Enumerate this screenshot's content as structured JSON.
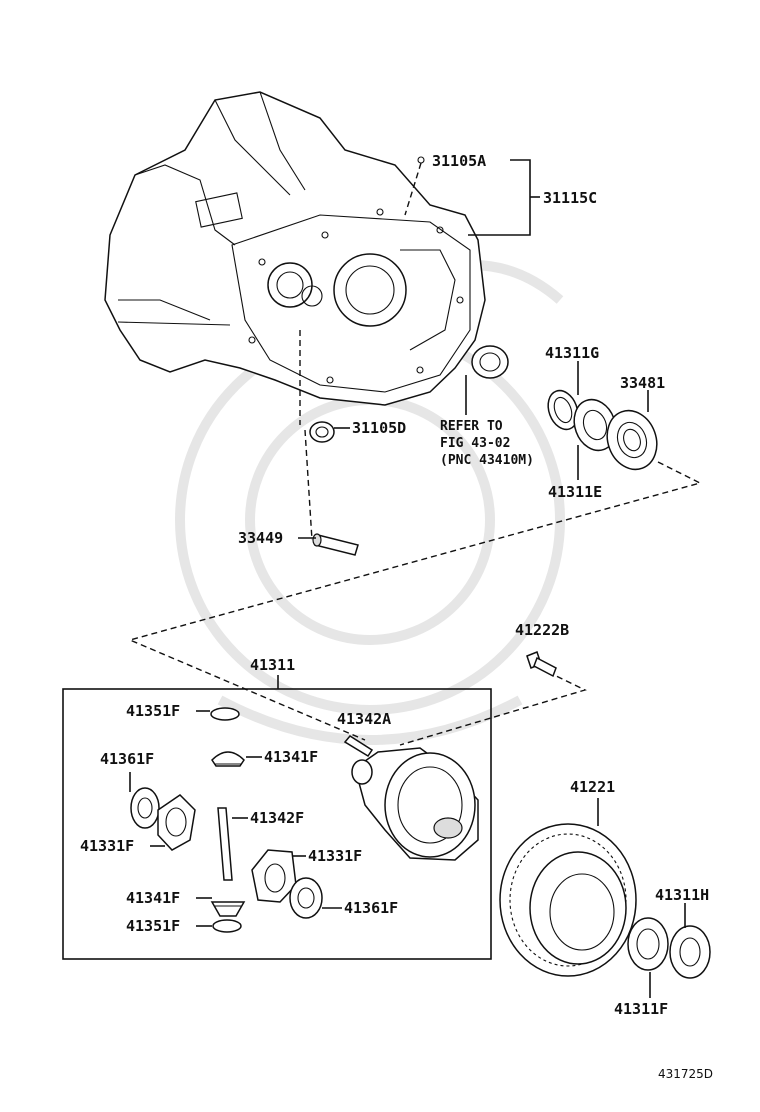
{
  "labels": {
    "p31105A": "31105A",
    "p31115C": "31115C",
    "p41311G": "41311G",
    "p33481": "33481",
    "p31105D": "31105D",
    "p41311E": "41311E",
    "p33449": "33449",
    "p41222B": "41222B",
    "p41311": "41311",
    "p41351F_top": "41351F",
    "p41342A": "41342A",
    "p41341F_top": "41341F",
    "p41361F_left": "41361F",
    "p41342F": "41342F",
    "p41331F_left": "41331F",
    "p41331F_right": "41331F",
    "p41341F_bottom": "41341F",
    "p41361F_right": "41361F",
    "p41351F_bottom": "41351F",
    "p41221": "41221",
    "p41311H": "41311H",
    "p41311F": "41311F"
  },
  "reference_note": {
    "line1": "REFER TO",
    "line2": "FIG 43-02",
    "line3": "(PNC 43410M)"
  },
  "figure_code": "431725D"
}
